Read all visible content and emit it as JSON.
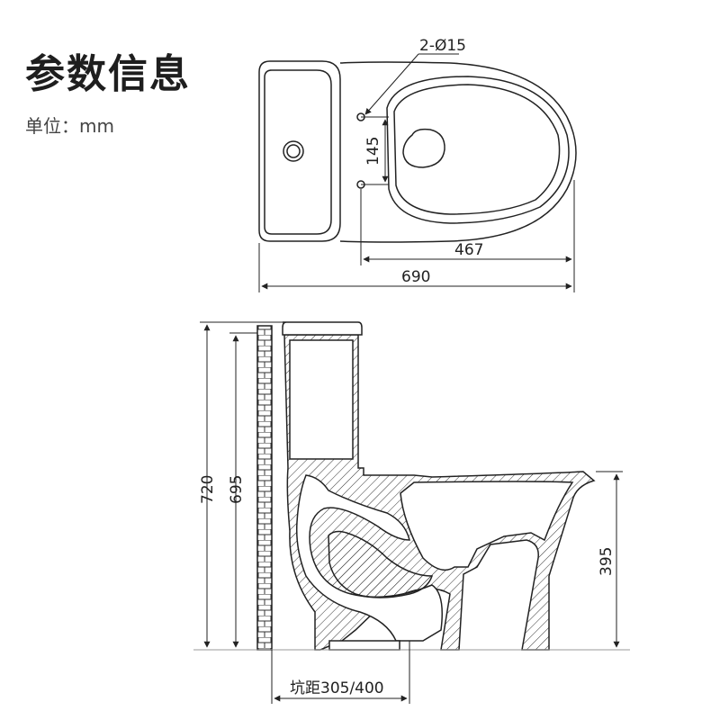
{
  "header": {
    "title": "参数信息",
    "unit_label": "单位：mm"
  },
  "top_view": {
    "holes_label": "2-Ø15",
    "hole_spacing": "145",
    "hole_to_front": "467",
    "total_length": "690"
  },
  "side_view": {
    "total_height": "720",
    "tank_height": "695",
    "seat_height": "395",
    "rough_in": "坑距305/400"
  }
}
